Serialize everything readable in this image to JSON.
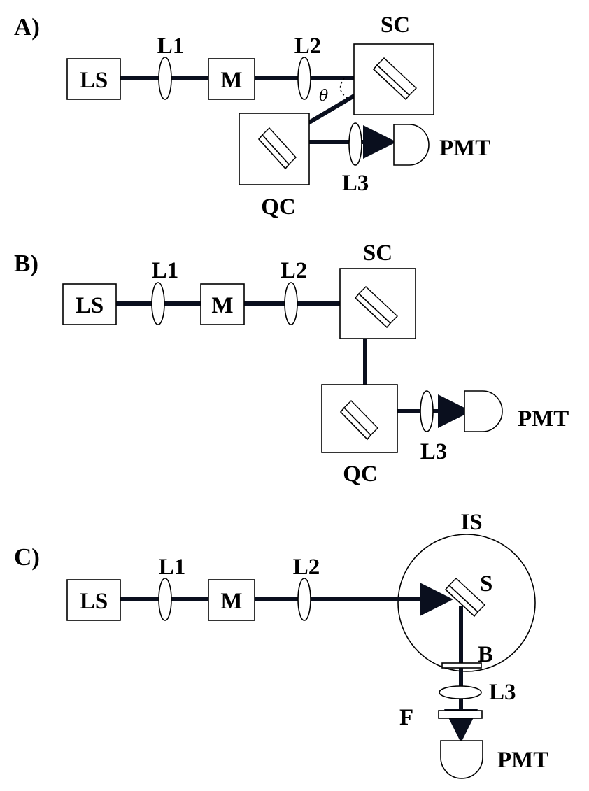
{
  "panels": {
    "a": {
      "label": "A)",
      "ls": "LS",
      "l1": "L1",
      "m": "M",
      "l2": "L2",
      "sc": "SC",
      "theta": "θ",
      "qc": "QC",
      "l3": "L3",
      "pmt": "PMT"
    },
    "b": {
      "label": "B)",
      "ls": "LS",
      "l1": "L1",
      "m": "M",
      "l2": "L2",
      "sc": "SC",
      "qc": "QC",
      "l3": "L3",
      "pmt": "PMT"
    },
    "c": {
      "label": "C)",
      "ls": "LS",
      "l1": "L1",
      "m": "M",
      "l2": "L2",
      "is": "IS",
      "s": "S",
      "b": "B",
      "l3": "L3",
      "f": "F",
      "pmt": "PMT"
    }
  }
}
